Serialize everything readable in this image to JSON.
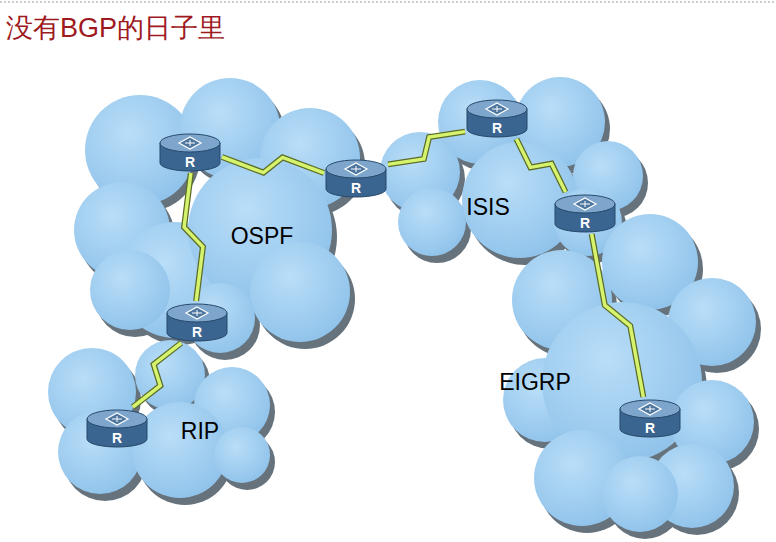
{
  "diagram": {
    "title": "没有BGP的日子里",
    "nodes": [
      {
        "text": [
          "OSPF"
        ]
      },
      {
        "text": [
          "R"
        ],
        "in": 0
      },
      {
        "text": [
          "R"
        ],
        "in": 0
      },
      {
        "text": [
          "R"
        ]
      },
      {
        "text": [
          "ISIS"
        ]
      },
      {
        "text": [
          "R"
        ],
        "in": 4
      },
      {
        "text": [
          "R"
        ]
      },
      {
        "text": [
          "RIP"
        ]
      },
      {
        "text": [
          "R"
        ],
        "in": 7
      },
      {
        "text": [
          "EIGRP"
        ]
      },
      {
        "text": [
          "R"
        ],
        "in": 9
      }
    ],
    "edges": [
      {
        "from": 1,
        "to": 3,
        "arrow": "none"
      },
      {
        "from": 1,
        "to": 2,
        "arrow": "none"
      },
      {
        "from": 2,
        "to": 8,
        "arrow": "none"
      },
      {
        "from": 3,
        "to": 5,
        "arrow": "none"
      },
      {
        "from": 5,
        "to": 6,
        "arrow": "none"
      },
      {
        "from": 6,
        "to": 10,
        "arrow": "none"
      }
    ]
  }
}
